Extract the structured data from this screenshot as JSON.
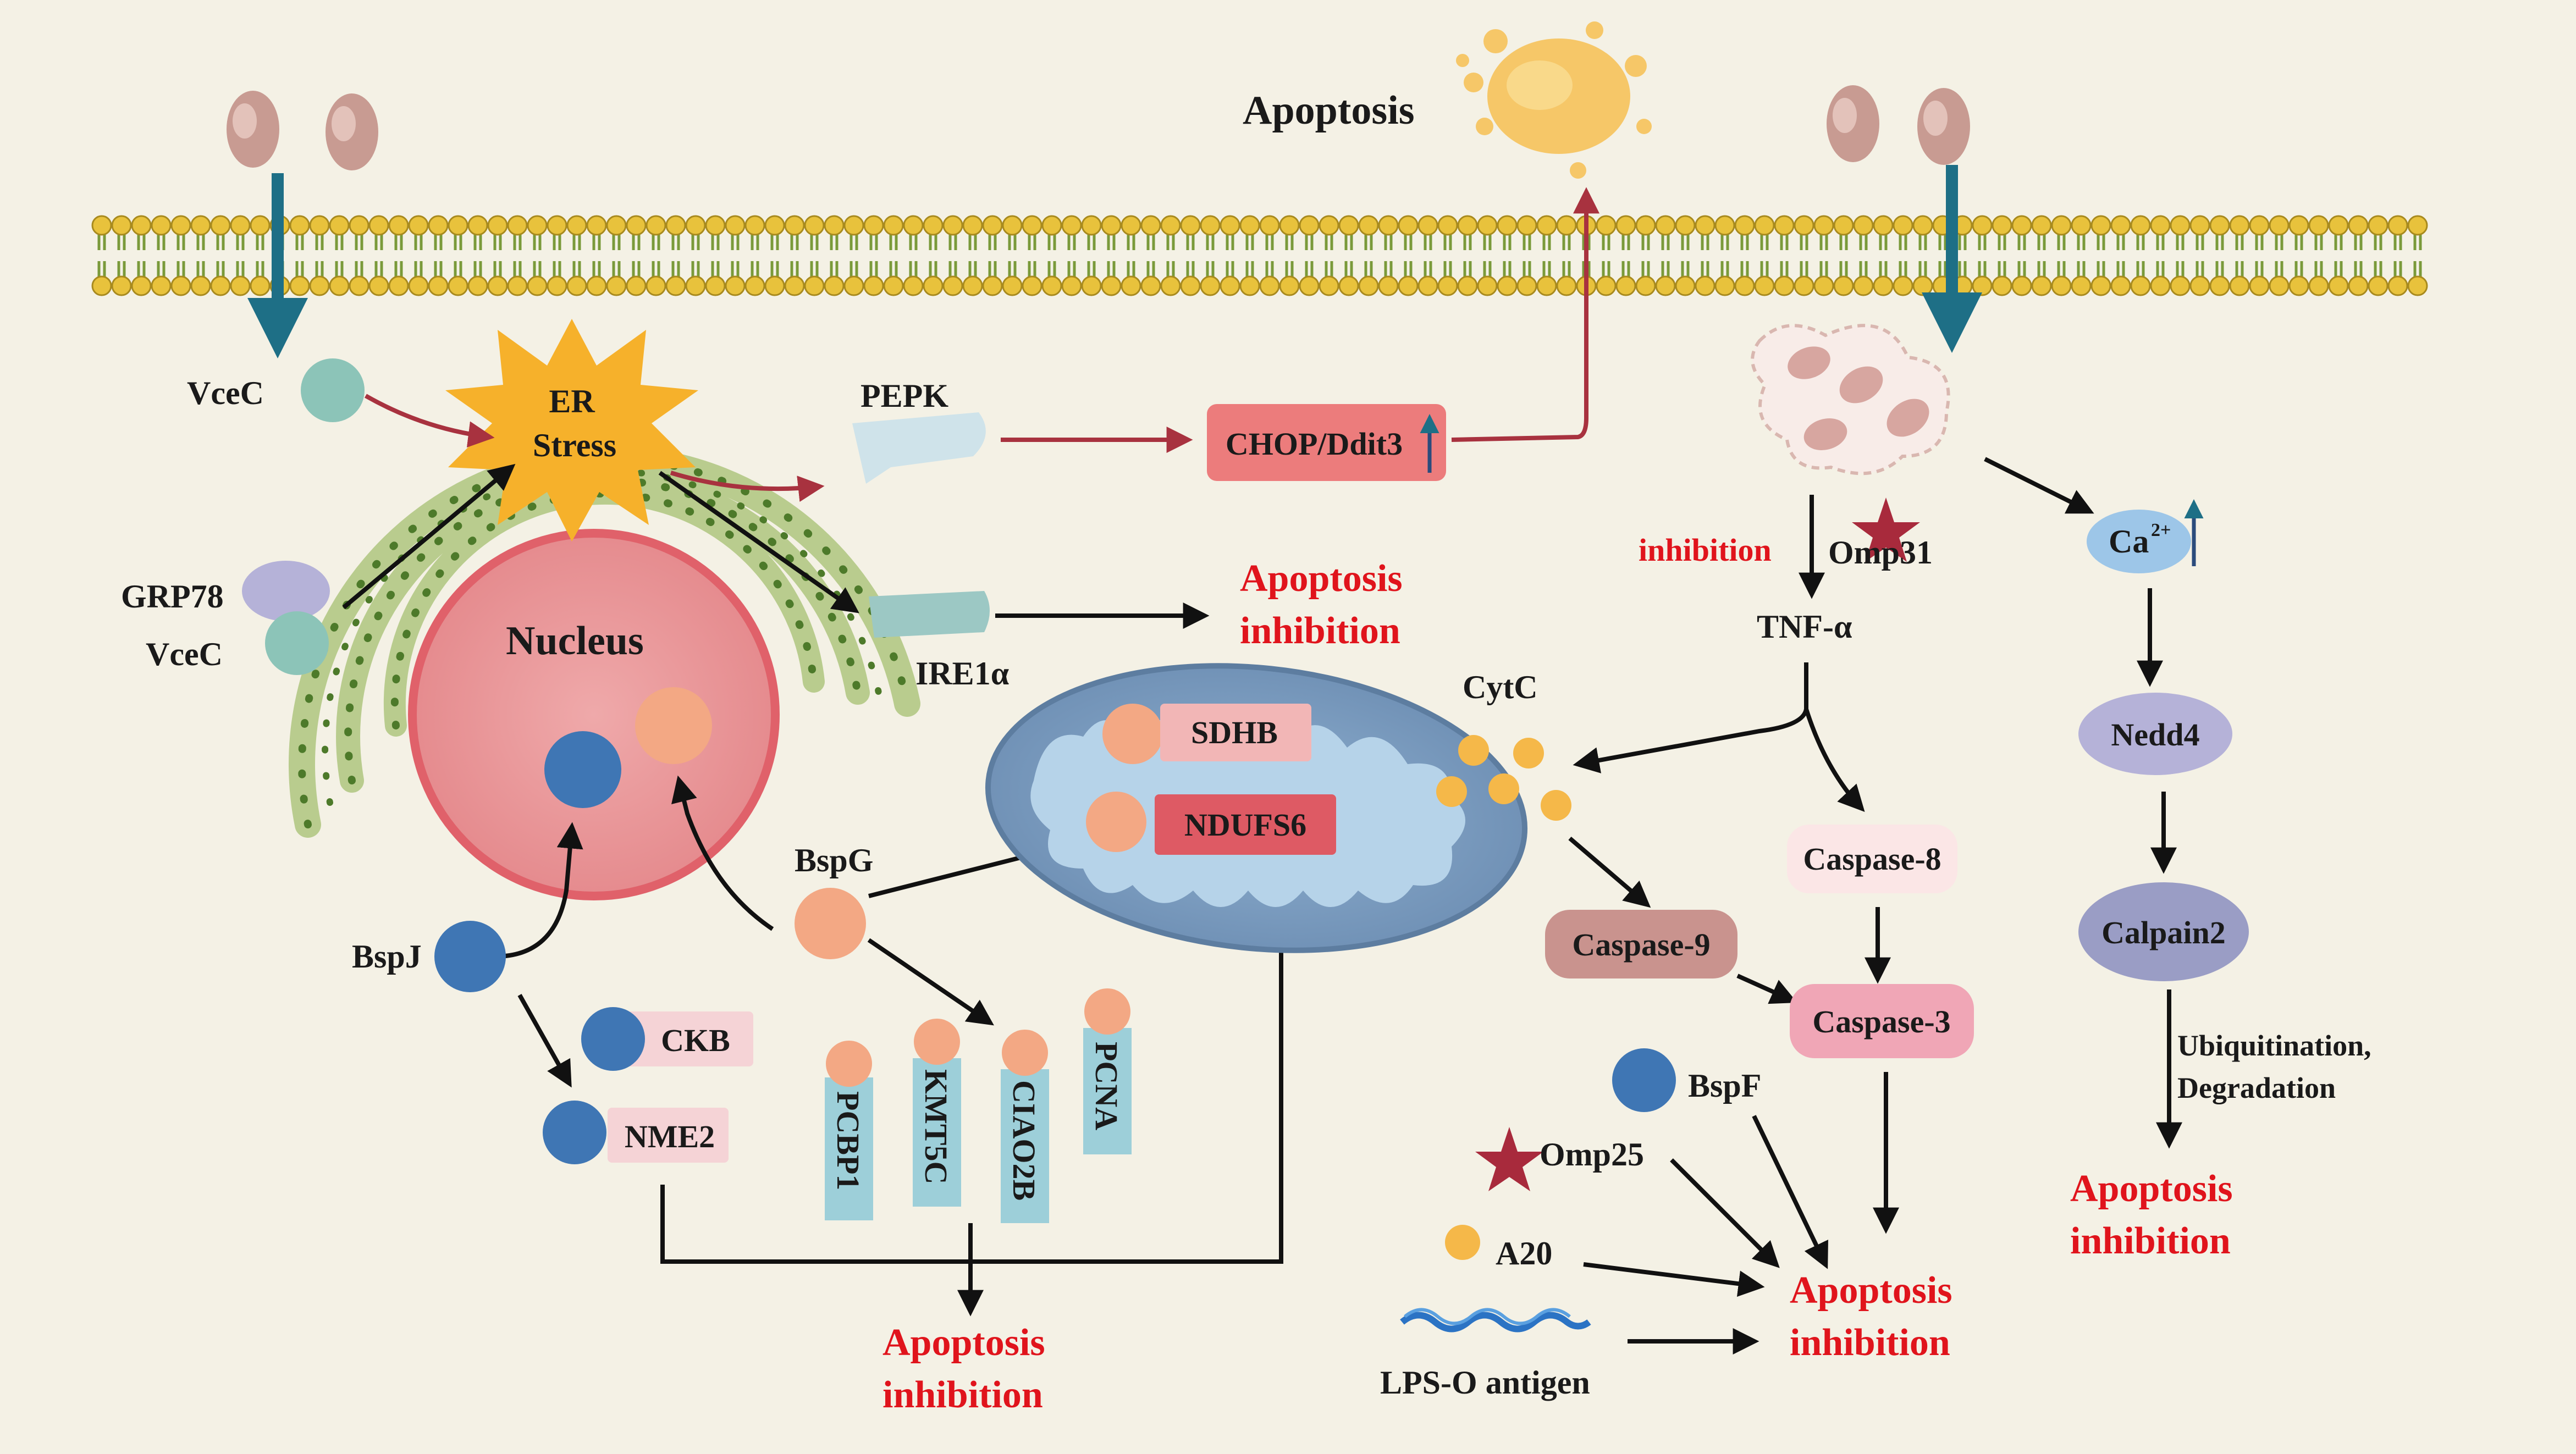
{
  "labels": {
    "apoptosis_top": "Apoptosis",
    "vcec_top": "VceC",
    "vcec_bottom": "VceC",
    "grp78": "GRP78",
    "er_stress_1": "ER",
    "er_stress_2": "Stress",
    "pepk": "PEPK",
    "ire1a": "IRE1α",
    "nucleus": "Nucleus",
    "chop": "CHOP/Ddit3",
    "cytc": "CytC",
    "sdhb": "SDHB",
    "ndufs6": "NDUFS6",
    "bspg": "BspG",
    "bspj": "BspJ",
    "ckb": "CKB",
    "nme2": "NME2",
    "pcbp1": "PCBP1",
    "kmt5c": "KMT5C",
    "ciao2b": "CIAO2B",
    "pcna": "PCNA",
    "inhibition": "inhibition",
    "omp31": "Omp31",
    "tnf": "TNF-α",
    "caspase8": "Caspase-8",
    "caspase9": "Caspase-9",
    "caspase3": "Caspase-3",
    "bspf": "BspF",
    "omp25": "Omp25",
    "a20": "A20",
    "lps": "LPS-O antigen",
    "ca": "Ca",
    "ca_sup": "2+",
    "nedd4": "Nedd4",
    "calpain2": "Calpain2",
    "ubiq_1": "Ubiquitination,",
    "ubiq_2": "Degradation"
  },
  "outcomes": {
    "ire1a_inhib_1": "Apoptosis",
    "ire1a_inhib_2": "inhibition",
    "bottom_inhib_1": "Apoptosis",
    "bottom_inhib_2": "inhibition",
    "center_inhib_1": "Apoptosis",
    "center_inhib_2": "inhibition",
    "right_inhib_1": "Apoptosis",
    "right_inhib_2": "inhibition"
  },
  "colors": {
    "background": "#f4f1e5",
    "membrane_head": "#e8c23c",
    "arrow_black": "#111111",
    "arrow_red": "#a8323f",
    "emphasis_red": "#e0141c"
  }
}
